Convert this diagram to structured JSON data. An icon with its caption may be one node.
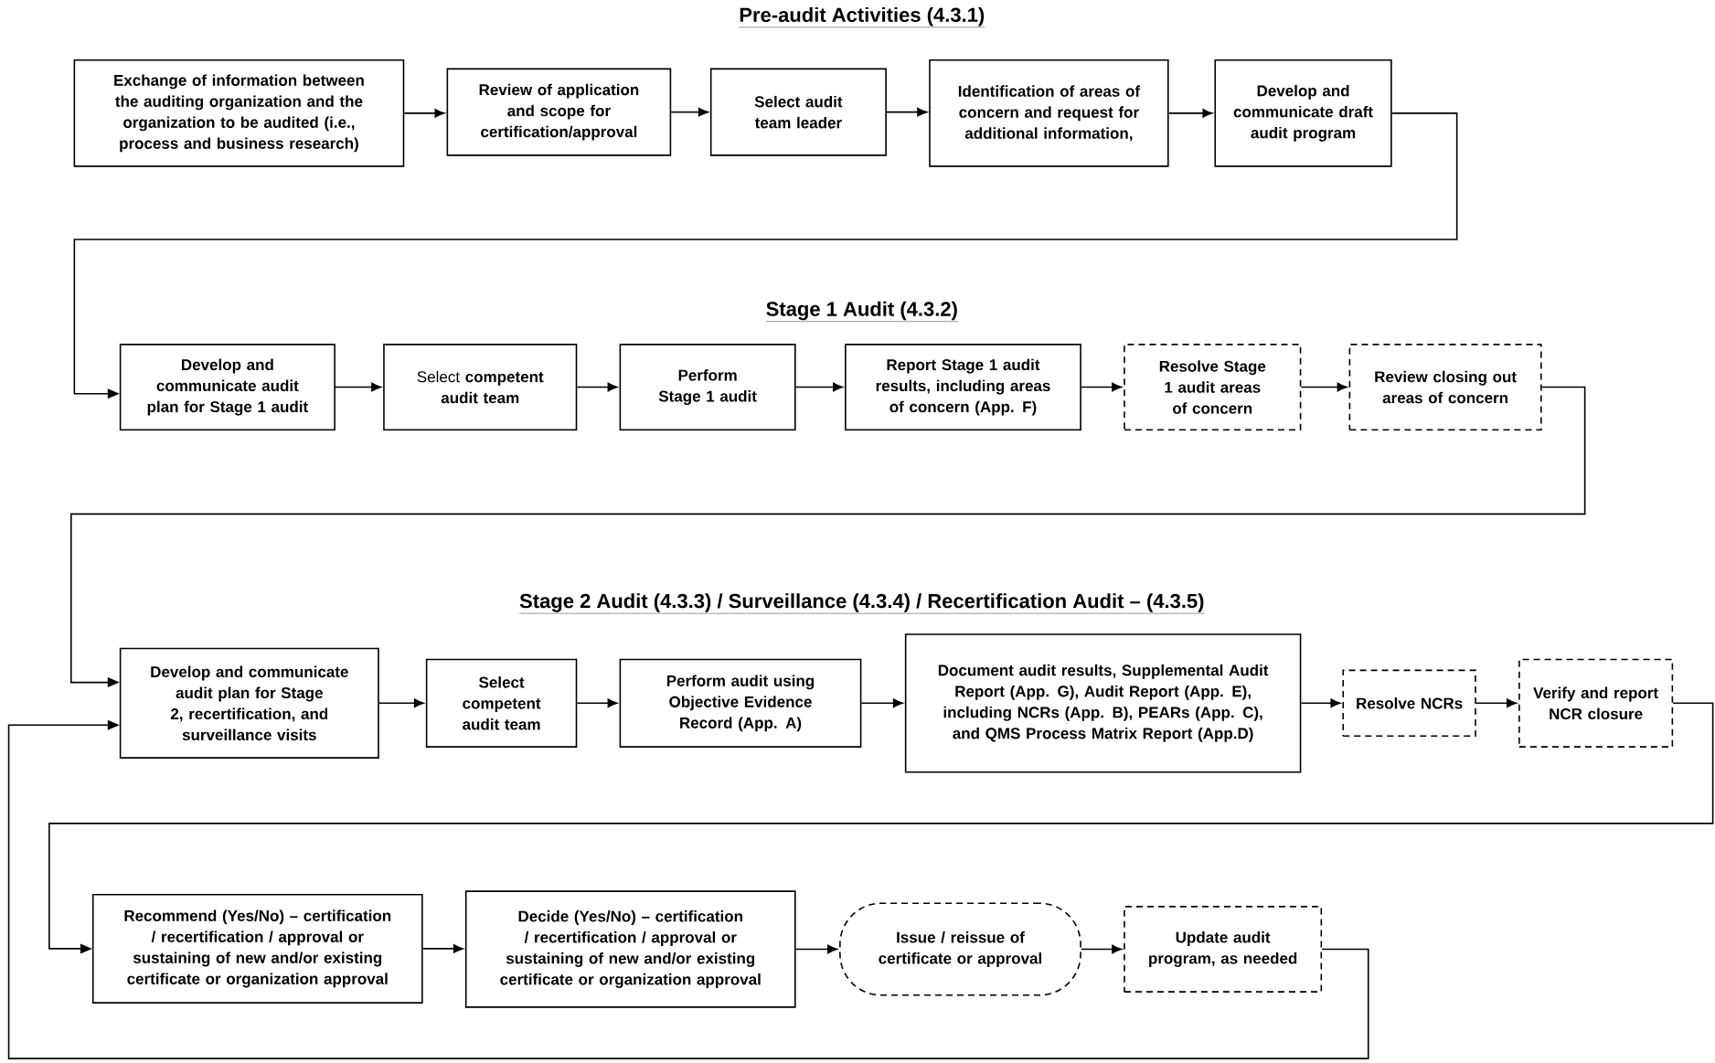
{
  "diagram": {
    "nodes": [
      {
        "text": [
          "Exchange of information between the auditing organization and the organization to be audited (i.e., process and business research)"
        ]
      },
      {
        "text": [
          "Review of application and scope for certification/approval"
        ]
      },
      {
        "text": [
          "Select audit team leader"
        ]
      },
      {
        "text": [
          "Identification of areas of concern and request for additional information,"
        ]
      },
      {
        "text": [
          "Develop and communicate draft audit program"
        ]
      },
      {
        "text": [
          "Develop and communicate audit plan for Stage 1 audit"
        ]
      },
      {
        "text": [
          "Select **competent audit team**"
        ]
      },
      {
        "text": [
          "Perform Stage 1 audit"
        ]
      },
      {
        "text": [
          "Report Stage 1 audit results, including areas of concern (App. F)"
        ]
      },
      {
        "text": [
          "Resolve Stage 1 audit areas of concern"
        ]
      },
      {
        "text": [
          "Review closing out areas of concern"
        ]
      },
      {
        "text": [
          "Develop and communicate audit plan for Stage 2, recertification, and surveillance visits"
        ]
      },
      {
        "text": [
          "Select competent audit team"
        ]
      },
      {
        "text": [
          "Perform audit using Objective Evidence Record (App. A)"
        ]
      },
      {
        "text": [
          "Document audit results, Supplemental Audit Report (App. G), Audit Report (App. E), including NCRs (App. B), PEARs (App. C), and QMS Process Matrix Report (App.D)"
        ]
      },
      {
        "text": [
          "Resolve NCRs"
        ]
      },
      {
        "text": [
          "Verify and report NCR closure"
        ]
      },
      {
        "text": [
          "Recommend (Yes/No) – certification / recertification / approval or sustaining of new and/or existing certificate or organization approval"
        ]
      },
      {
        "text": [
          "Decide (Yes/No) – certification / recertification / approval or sustaining of new and/or existing certificate or organization approval"
        ]
      },
      {
        "text": [
          "Issue / reissue of certificate or approval"
        ]
      },
      {
        "text": [
          "Update audit program, as needed"
        ]
      }
    ],
    "edges": [
      {
        "from": 0,
        "to": 1,
        "arrow": "to"
      },
      {
        "from": 1,
        "to": 2,
        "arrow": "to"
      },
      {
        "from": 2,
        "to": 3,
        "arrow": "to"
      },
      {
        "from": 3,
        "to": 4,
        "arrow": "to"
      },
      {
        "from": 4,
        "to": 5,
        "arrow": "to"
      },
      {
        "from": 5,
        "to": 6,
        "arrow": "to"
      },
      {
        "from": 6,
        "to": 7,
        "arrow": "to"
      },
      {
        "from": 7,
        "to": 8,
        "arrow": "to"
      },
      {
        "from": 8,
        "to": 9,
        "arrow": "to"
      },
      {
        "from": 9,
        "to": 10,
        "arrow": "to"
      },
      {
        "from": 10,
        "to": 11,
        "arrow": "to"
      },
      {
        "from": 11,
        "to": 12,
        "arrow": "to"
      },
      {
        "from": 12,
        "to": 13,
        "arrow": "to"
      },
      {
        "from": 13,
        "to": 14,
        "arrow": "to"
      },
      {
        "from": 14,
        "to": 15,
        "arrow": "to"
      },
      {
        "from": 15,
        "to": 16,
        "arrow": "to"
      },
      {
        "from": 16,
        "to": 17,
        "arrow": "to"
      },
      {
        "from": 17,
        "to": 18,
        "arrow": "to"
      },
      {
        "from": 18,
        "to": 19,
        "arrow": "to"
      },
      {
        "from": 19,
        "to": 20,
        "arrow": "to"
      },
      {
        "from": 20,
        "to": 11,
        "arrow": "to"
      }
    ],
    "labels": [
      "Pre-audit Activities (4.3.1)",
      "Stage 1 Audit (4.3.2)",
      "Stage 2 Audit (4.3.3) / Surveillance (4.3.4) / Recertification Audit – (4.3.5)"
    ]
  }
}
